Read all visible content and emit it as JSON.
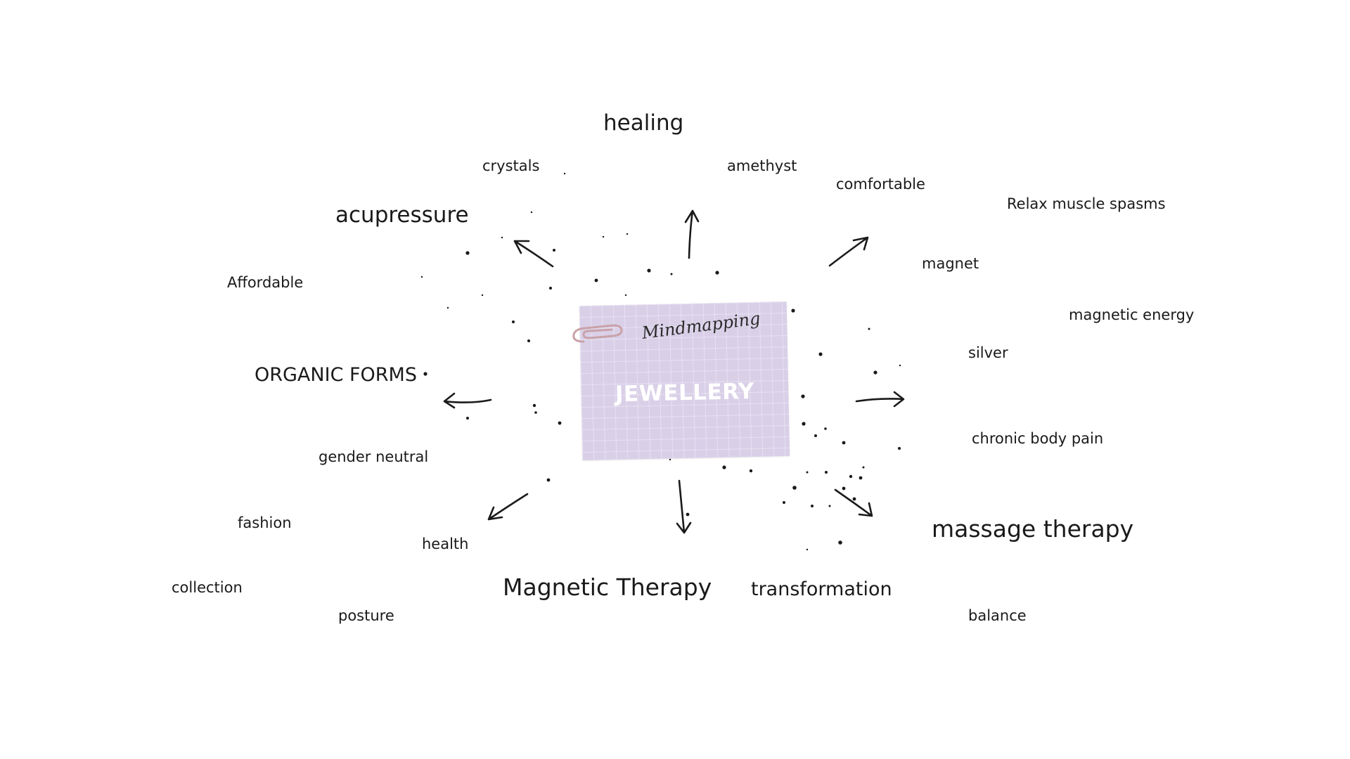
{
  "card": {
    "script_label": "Mindmapping",
    "title": "JEWELLERY",
    "color": "#d9d0e8"
  },
  "words": {
    "healing": "healing",
    "crystals": "crystals",
    "amethyst": "amethyst",
    "comfortable": "comfortable",
    "relax": "Relax muscle spasms",
    "acupressure": "acupressure",
    "magnet": "magnet",
    "affordable": "Affordable",
    "magnetic_energy": "magnetic energy",
    "silver": "silver",
    "organic_forms": "ORGANIC FORMS",
    "chronic_pain": "chronic body pain",
    "gender_neutral": "gender neutral",
    "fashion": "fashion",
    "massage_therapy": "massage therapy",
    "health": "health",
    "collection": "collection",
    "magnetic_therapy": "Magnetic Therapy",
    "transformation": "transformation",
    "posture": "posture",
    "balance": "balance"
  }
}
